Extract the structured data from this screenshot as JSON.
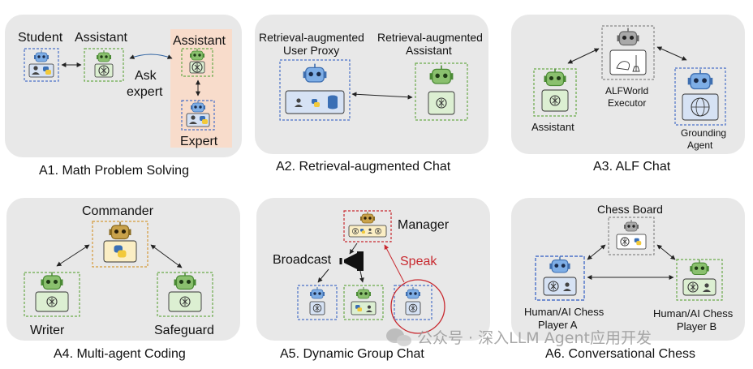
{
  "panels": [
    {
      "caption": "A1. Math Problem Solving",
      "labels": {
        "student": "Student",
        "assistant": "Assistant",
        "assistant2": "Assistant",
        "ask_expert_1": "Ask",
        "ask_expert_2": "expert",
        "expert": "Expert"
      }
    },
    {
      "caption": "A2. Retrieval-augmented Chat",
      "labels": {
        "proxy_1": "Retrieval-augmented",
        "proxy_2": "User Proxy",
        "assistant_1": "Retrieval-augmented",
        "assistant_2": "Assistant"
      }
    },
    {
      "caption": "A3. ALF Chat",
      "labels": {
        "assistant": "Assistant",
        "executor_1": "ALFWorld",
        "executor_2": "Executor",
        "grounding_1": "Grounding",
        "grounding_2": "Agent"
      }
    },
    {
      "caption": "A4. Multi-agent Coding",
      "labels": {
        "commander": "Commander",
        "writer": "Writer",
        "safeguard": "Safeguard"
      }
    },
    {
      "caption": "A5. Dynamic Group Chat",
      "labels": {
        "manager": "Manager",
        "broadcast": "Broadcast",
        "speak": "Speak"
      }
    },
    {
      "caption": "A6. Conversational Chess",
      "labels": {
        "board": "Chess Board",
        "player_a_1": "Human/AI Chess",
        "player_a_2": "Player A",
        "player_b_1": "Human/AI Chess",
        "player_b_2": "Player B"
      }
    }
  ],
  "watermark": "公众号 · 深入LLM Agent应用开发",
  "colors": {
    "panel_bg": "#e8e8e8",
    "blue_dash": "#4a70c8",
    "green_dash": "#6aaa4a",
    "orange_dash": "#d49a3a",
    "red": "#c8292f",
    "expert_bg": "#f8dccb"
  }
}
